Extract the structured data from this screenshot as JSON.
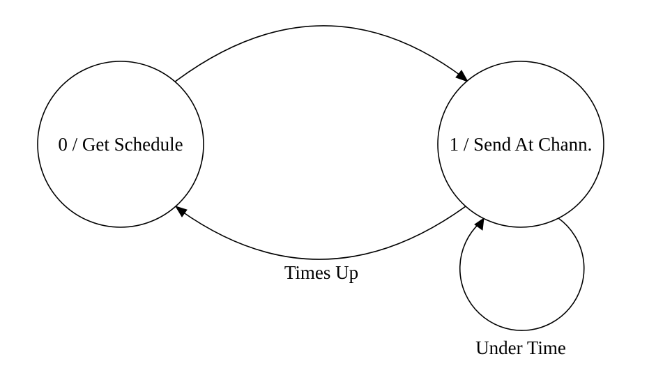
{
  "diagram": {
    "states": [
      {
        "id": "s0",
        "label": "0 / Get Schedule"
      },
      {
        "id": "s1",
        "label": "1 / Send At Chann."
      }
    ],
    "transitions": [
      {
        "from": "s0",
        "to": "s1",
        "label": ""
      },
      {
        "from": "s1",
        "to": "s0",
        "label": "Times Up"
      },
      {
        "from": "s1",
        "to": "s1",
        "label": "Under Time"
      }
    ]
  },
  "colors": {
    "stroke": "#000000",
    "background": "#ffffff"
  }
}
